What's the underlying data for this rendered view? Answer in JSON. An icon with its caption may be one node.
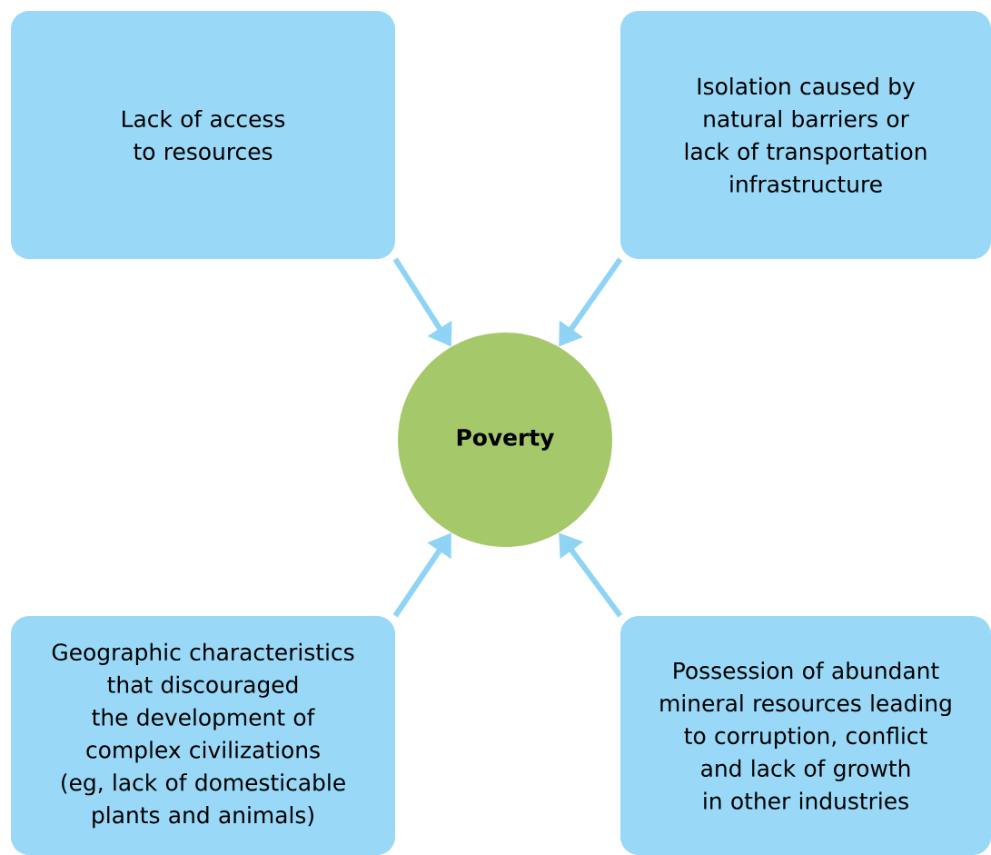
{
  "diagram": {
    "nodes": [
      {
        "text": [
          "Lack of access to resources"
        ]
      },
      {
        "text": [
          "Isolation caused by natural barriers or lack of transportation infrastructure"
        ]
      },
      {
        "text": [
          "Geographic characteristics that discouraged the development of complex civilizations (eg, lack of domesticable plants and animals)"
        ]
      },
      {
        "text": [
          "Possession of abundant mineral resources leading to corruption, conflict and lack of growth in other industries"
        ]
      },
      {
        "text": [
          "Poverty"
        ]
      }
    ],
    "edges": [
      {
        "from": 0,
        "to": 4,
        "arrow": "to"
      },
      {
        "from": 1,
        "to": 4,
        "arrow": "to"
      },
      {
        "from": 2,
        "to": 4,
        "arrow": "to"
      },
      {
        "from": 3,
        "to": 4,
        "arrow": "to"
      }
    ]
  }
}
